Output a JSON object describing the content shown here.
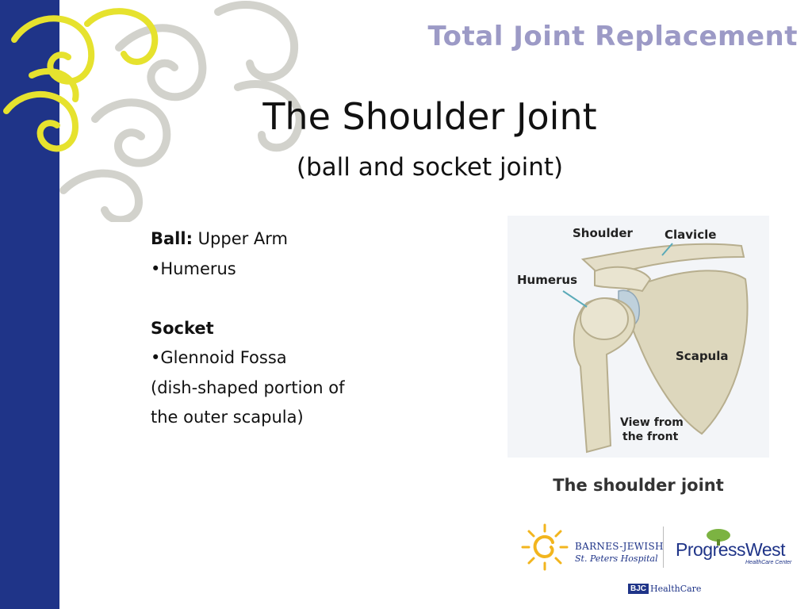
{
  "header": {
    "title": "Total Joint Replacement"
  },
  "slide": {
    "title": "The Shoulder Joint",
    "subtitle": "(ball and socket joint)"
  },
  "content": {
    "ball_label": "Ball:",
    "ball_value": " Upper Arm",
    "ball_item": "•Humerus",
    "socket_label": "Socket",
    "socket_item": "•Glennoid Fossa",
    "socket_desc_1": "(dish-shaped portion of",
    "socket_desc_2": "the outer scapula)"
  },
  "diagram": {
    "labels": {
      "shoulder": "Shoulder",
      "clavicle": "Clavicle",
      "humerus": "Humerus",
      "scapula": "Scapula",
      "view_line1": "View from",
      "view_line2": "the front"
    },
    "caption": "The shoulder joint"
  },
  "logos": {
    "bjsp_line1": "BARNES-JEWISH",
    "bjsp_line2": "St. Peters Hospital",
    "pw_name": "ProgressWest",
    "pw_sub": "HealthCare Center",
    "bjc_box": "BJC",
    "bjc_text": "HealthCare"
  },
  "colors": {
    "left_bar": "#1f3488",
    "header_title": "#9c9ac6",
    "swirl_yellow": "#e6e22e",
    "swirl_gray": "#d2d2cc",
    "sun": "#f2b51e"
  }
}
